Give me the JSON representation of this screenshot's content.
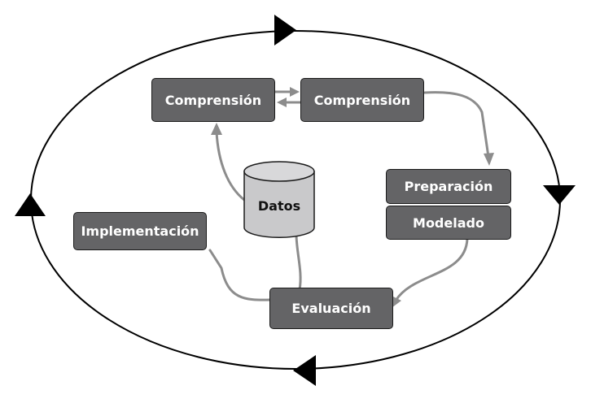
{
  "nodes": {
    "comprension_1": "Comprensión",
    "comprension_2": "Comprensión",
    "preparacion": "Preparación",
    "modelado": "Modelado",
    "evaluacion": "Evaluación",
    "implementacion": "Implementación",
    "datos": "Datos"
  },
  "colors": {
    "box_fill": "#646466",
    "box_text": "#ffffff",
    "connector": "#8c8c8c",
    "cylinder_fill": "#c9c9cb",
    "cycle": "#000000"
  }
}
